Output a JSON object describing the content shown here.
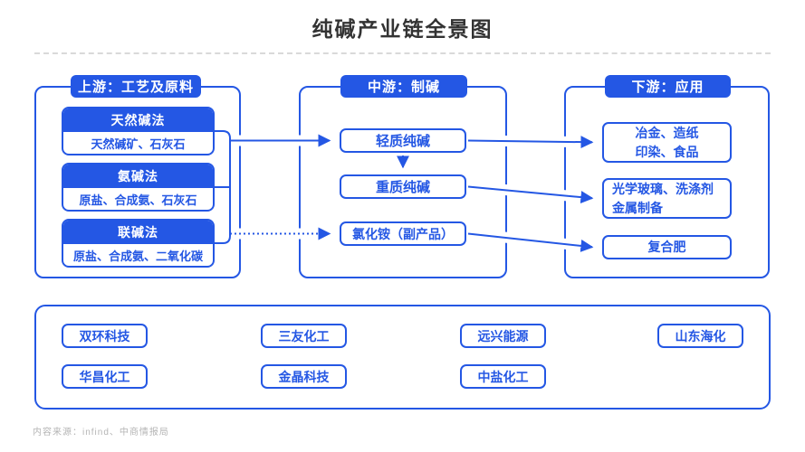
{
  "title": "纯碱产业链全景图",
  "colors": {
    "primary": "#2457E4",
    "title_text": "#333333",
    "muted_text": "#B5B5B5",
    "separator": "#D9D9D9"
  },
  "upstream": {
    "badge": "上游：工艺及原料",
    "groups": [
      {
        "method": "天然碱法",
        "materials": "天然碱矿、石灰石"
      },
      {
        "method": "氨碱法",
        "materials": "原盐、合成氨、石灰石"
      },
      {
        "method": "联碱法",
        "materials": "原盐、合成氨、二氧化碳"
      }
    ]
  },
  "midstream": {
    "badge": "中游：制碱",
    "items": [
      "轻质纯碱",
      "重质纯碱",
      "氯化铵（副产品）"
    ]
  },
  "downstream": {
    "badge": "下游：应用",
    "items": [
      {
        "lines": [
          "冶金、造纸",
          "印染、食品"
        ]
      },
      {
        "lines": [
          "光学玻璃、洗涤剂",
          "金属制备"
        ]
      },
      {
        "lines": [
          "复合肥"
        ]
      }
    ]
  },
  "companies": [
    "双环科技",
    "三友化工",
    "远兴能源",
    "山东海化",
    "华昌化工",
    "金晶科技",
    "中盐化工"
  ],
  "footer": "内容来源：infind、中商情报局"
}
